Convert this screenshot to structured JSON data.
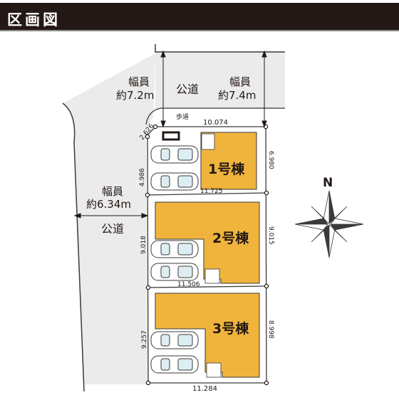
{
  "header": {
    "title": "区画図"
  },
  "roads": {
    "north_width_left": {
      "line1": "幅員",
      "line2": "約7.2m"
    },
    "north_name": "公道",
    "north_width_right": {
      "line1": "幅員",
      "line2": "約7.4m"
    },
    "sidewalk": "歩道",
    "west_width": {
      "line1": "幅員",
      "line2": "約6.34m"
    },
    "west_name": "公道"
  },
  "dimensions": {
    "north_frontage": "10.074",
    "corner_cut": "2.626",
    "lot1_west": "4.986",
    "lot1_east": "6.980",
    "lot1_south": "11.725",
    "lot2_west": "9.018",
    "lot2_east": "9.015",
    "lot2_south": "11.506",
    "lot3_west": "9.257",
    "lot3_east": "8.998",
    "lot3_south": "11.284"
  },
  "lots": [
    {
      "label": "1号棟"
    },
    {
      "label": "2号棟"
    },
    {
      "label": "3号棟"
    }
  ],
  "compass": {
    "label": "N"
  },
  "colors": {
    "house": "#f0b43c",
    "road": "#ebebeb",
    "header": "#231815",
    "line": "#3a3a3a"
  }
}
